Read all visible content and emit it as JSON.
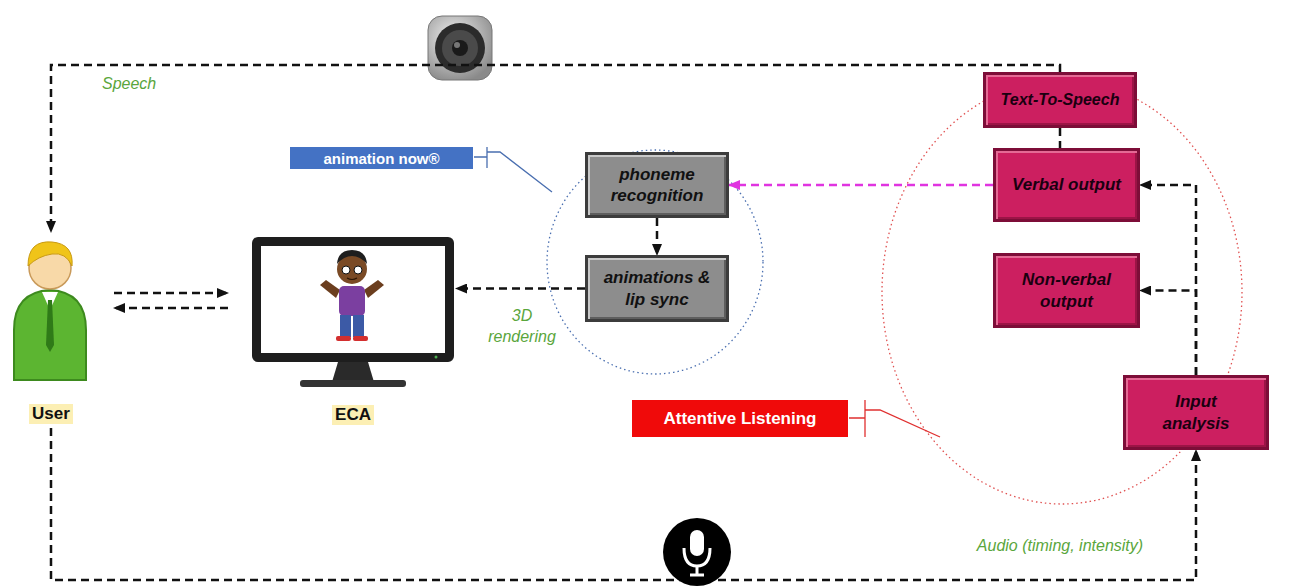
{
  "diagram": {
    "nodes": [
      {
        "text": [
          "animation now®"
        ]
      },
      {
        "text": [
          "Text-To-Speech"
        ]
      },
      {
        "text": [
          "phoneme recognition"
        ]
      },
      {
        "text": [
          "Verbal output"
        ]
      },
      {
        "text": [
          "User"
        ]
      },
      {
        "text": [
          "ECA"
        ]
      },
      {
        "text": [
          "animations & lip sync"
        ]
      },
      {
        "text": [
          "Non-verbal output"
        ]
      },
      {
        "text": [
          "Attentive Listening"
        ]
      },
      {
        "text": [
          "Input analysis"
        ]
      }
    ],
    "edges": [
      {
        "from": 1,
        "to": 4,
        "arrow": "to",
        "label": "Speech"
      },
      {
        "from": 1,
        "to": 3,
        "arrow": "none"
      },
      {
        "from": 3,
        "to": 2,
        "arrow": "to"
      },
      {
        "from": 2,
        "to": 6,
        "arrow": "to"
      },
      {
        "from": 6,
        "to": 5,
        "arrow": "to",
        "label": "3D rendering"
      },
      {
        "from": 4,
        "to": 5,
        "arrow": "to"
      },
      {
        "from": 5,
        "to": 4,
        "arrow": "to"
      },
      {
        "from": 9,
        "to": 3,
        "arrow": "to"
      },
      {
        "from": 9,
        "to": 7,
        "arrow": "to"
      },
      {
        "from": 4,
        "to": 9,
        "arrow": "to",
        "label": "Audio (timing, intensity)"
      }
    ]
  }
}
